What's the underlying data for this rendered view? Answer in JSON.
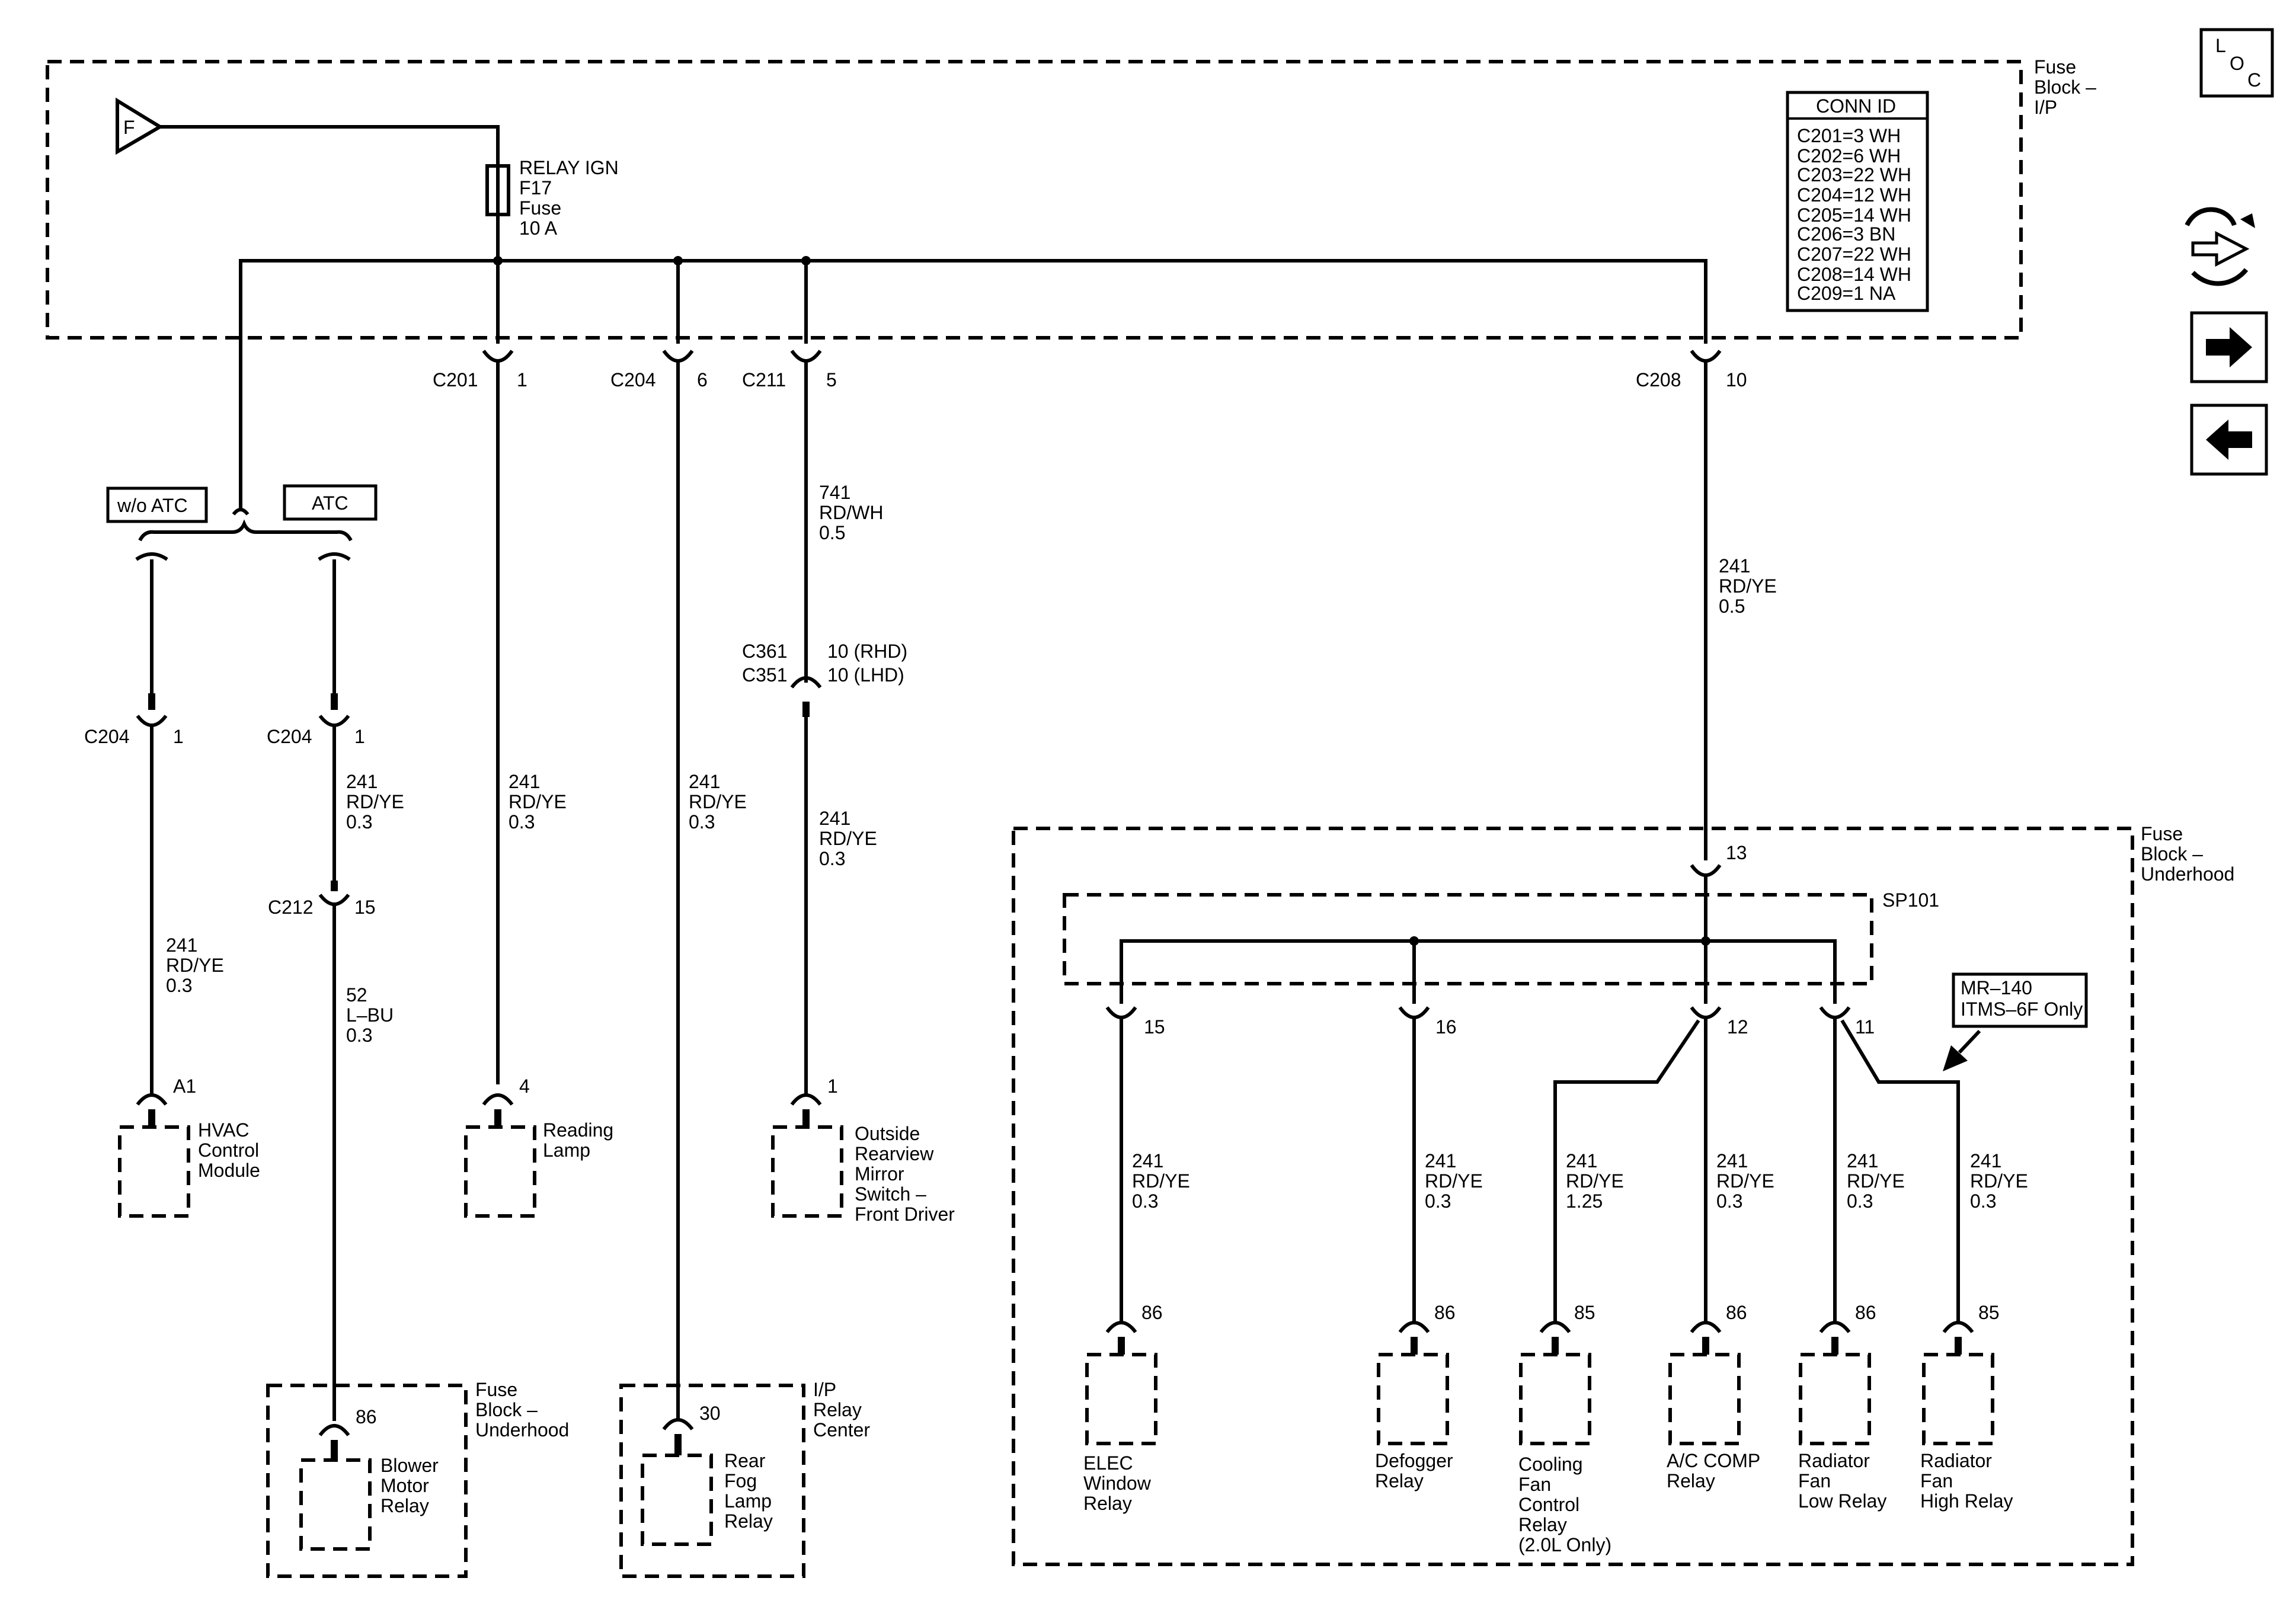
{
  "nav": {
    "loc_button": {
      "letters": [
        "L",
        "O",
        "C"
      ]
    },
    "icons": [
      "swap-arrows-icon",
      "arrow-right-icon",
      "arrow-left-icon"
    ]
  },
  "fuse_block_ip": {
    "label_lines": [
      "Fuse",
      "Block –",
      "I/P"
    ],
    "source_label": "F",
    "fuse_lines": [
      "RELAY IGN",
      "F17",
      "Fuse",
      "10 A"
    ]
  },
  "conn_id_table": {
    "header": "CONN ID",
    "rows": [
      "C201=3 WH",
      "C202=6 WH",
      "C203=22 WH",
      "C204=12 WH",
      "C205=14 WH",
      "C206=3 BN",
      "C207=22 WH",
      "C208=14 WH",
      "C209=1 NA"
    ]
  },
  "option_labels": {
    "without_atc": "w/o ATC",
    "atc": "ATC"
  },
  "connectors": [
    {
      "id": "c201",
      "name": "C201",
      "pin": "1"
    },
    {
      "id": "c204-top",
      "name": "C204",
      "pin": "6"
    },
    {
      "id": "c211",
      "name": "C211",
      "pin": "5"
    },
    {
      "id": "c208",
      "name": "C208",
      "pin": "10"
    },
    {
      "id": "c204-left",
      "name": "C204",
      "pin": "1"
    },
    {
      "id": "c204-atc",
      "name": "C204",
      "pin": "1"
    },
    {
      "id": "c212",
      "name": "C212",
      "pin": "15"
    }
  ],
  "c361_c351": {
    "names": [
      "C361",
      "C351"
    ],
    "pins": [
      "10 (RHD)",
      "10 (LHD)"
    ]
  },
  "wires": {
    "w741": [
      "741",
      "RD/WH",
      "0.5"
    ],
    "w241_main": [
      "241",
      "RD/YE",
      "0.5"
    ],
    "w241_hvac": [
      "241",
      "RD/YE",
      "0.3"
    ],
    "w241_atc": [
      "241",
      "RD/YE",
      "0.3"
    ],
    "w52": [
      "52",
      "L–BU",
      "0.3"
    ],
    "w241_reading": [
      "241",
      "RD/YE",
      "0.3"
    ],
    "w241_fog": [
      "241",
      "RD/YE",
      "0.3"
    ],
    "w241_mirror": [
      "241",
      "RD/YE",
      "0.3"
    ],
    "w241_elec": [
      "241",
      "RD/YE",
      "0.3"
    ],
    "w241_defog": [
      "241",
      "RD/YE",
      "0.3"
    ],
    "w241_cooling": [
      "241",
      "RD/YE",
      "1.25"
    ],
    "w241_ac": [
      "241",
      "RD/YE",
      "0.3"
    ],
    "w241_rad_low": [
      "241",
      "RD/YE",
      "0.3"
    ],
    "w241_rad_high": [
      "241",
      "RD/YE",
      "0.3"
    ]
  },
  "components": {
    "hvac": {
      "pin": "A1",
      "lines": [
        "HVAC",
        "Control",
        "Module"
      ]
    },
    "reading": {
      "pin": "4",
      "lines": [
        "Reading",
        "Lamp"
      ]
    },
    "mirror": {
      "pin": "1",
      "lines": [
        "Outside",
        "Rearview",
        "Mirror",
        "Switch –",
        "Front Driver"
      ]
    },
    "blower": {
      "pin": "86",
      "lines": [
        "Blower",
        "Motor",
        "Relay"
      ]
    },
    "fog": {
      "pin": "30",
      "lines": [
        "Rear",
        "Fog",
        "Lamp",
        "Relay"
      ]
    },
    "elec": {
      "pin": "86",
      "lines": [
        "ELEC",
        "Window",
        "Relay"
      ]
    },
    "defog": {
      "pin": "86",
      "lines": [
        "Defogger",
        "Relay"
      ]
    },
    "cooling": {
      "pin": "85",
      "lines": [
        "Cooling",
        "Fan",
        "Control",
        "Relay",
        "(2.0L Only)"
      ]
    },
    "ac": {
      "pin": "86",
      "lines": [
        "A/C COMP",
        "Relay"
      ]
    },
    "rad_low": {
      "pin": "86",
      "lines": [
        "Radiator",
        "Fan",
        "Low Relay"
      ]
    },
    "rad_high": {
      "pin": "85",
      "lines": [
        "Radiator",
        "Fan",
        "High Relay"
      ]
    }
  },
  "fuse_block_underhood_small": {
    "label_lines": [
      "Fuse",
      "Block –",
      "Underhood"
    ]
  },
  "ip_relay_center": {
    "label_lines": [
      "I/P",
      "Relay",
      "Center"
    ]
  },
  "fuse_block_underhood_main": {
    "label_lines": [
      "Fuse",
      "Block –",
      "Underhood"
    ],
    "entry_pin": "13",
    "splice": "SP101",
    "branch_pins": [
      "15",
      "16",
      "12",
      "11"
    ]
  },
  "note_box": {
    "lines": [
      "MR–140",
      "ITMS–6F Only"
    ]
  }
}
